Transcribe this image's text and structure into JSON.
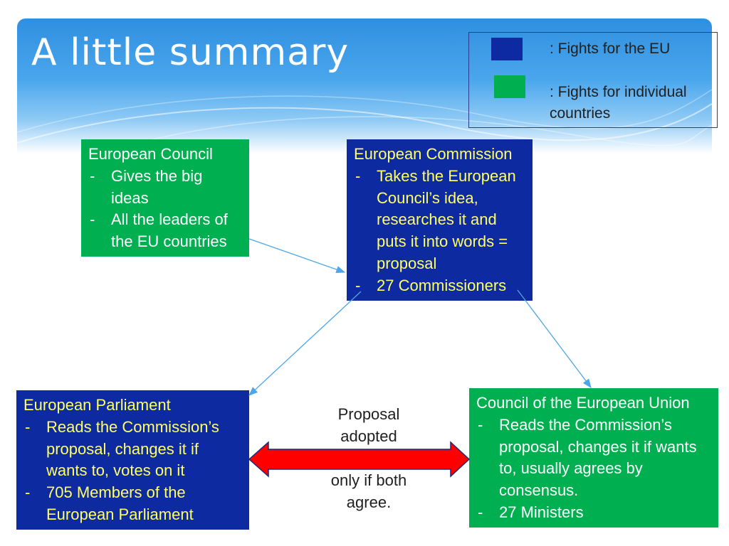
{
  "title": "A little summary",
  "legend": {
    "items": [
      {
        "color": "#0d2aa0",
        "label": ": Fights for the EU"
      },
      {
        "color": "#00b050",
        "label": ": Fights for individual countries"
      }
    ]
  },
  "nodes": {
    "council": {
      "title": "European Council",
      "bullets": [
        "Gives the big ideas",
        "All the leaders of the EU countries"
      ]
    },
    "commission": {
      "title": "European Commission",
      "bullets": [
        "Takes the European Council’s idea, researches it and puts it into words = proposal",
        "27 Commissioners"
      ]
    },
    "parliament": {
      "title": "European Parliament",
      "bullets": [
        "Reads the Commission’s proposal, changes it if wants to, votes on it",
        "705 Members of the European Parliament"
      ]
    },
    "council_eu": {
      "title": "Council of the European Union",
      "bullets": [
        "Reads the Commission’s proposal, changes it if wants to, usually agrees by consensus.",
        "27 Ministers"
      ]
    }
  },
  "middle": {
    "line1": "Proposal",
    "line2": "adopted",
    "line3": "only if both",
    "line4": "agree."
  },
  "colors": {
    "eu_blue": "#0d2aa0",
    "country_green": "#00b050",
    "arrow_red": "#ff0000",
    "connector_blue": "#4da6e8"
  }
}
